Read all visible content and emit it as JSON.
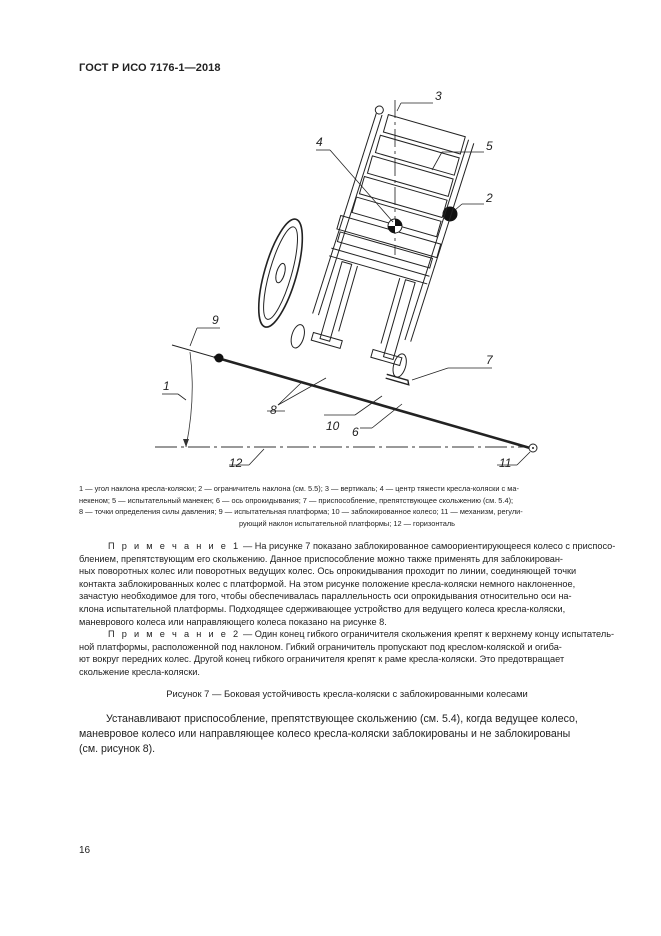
{
  "header": {
    "title": "ГОСТ Р ИСО 7176-1—2018"
  },
  "figure": {
    "callouts": [
      "1",
      "2",
      "3",
      "4",
      "5",
      "6",
      "7",
      "8",
      "9",
      "10",
      "11",
      "12"
    ]
  },
  "legend": {
    "lines": [
      "1 — угол наклона кресла-коляски; 2 — ограничитель наклона (см. 5.5); 3 — вертикаль; 4 — центр тяжести кресла-коляски с ма-",
      "некеном; 5 — испытательный манекен; 6 — ось опрокидывания; 7 — приспособление, препятствующее скольжению (см. 5.4);",
      "8 — точки определения силы давления; 9 — испытательная платформа; 10 — заблокированное колесо; 11 — механизм, регули-",
      "рующий наклон испытательной платформы; 12 — горизонталь"
    ]
  },
  "note1": {
    "label": "П р и м е ч а н и е 1",
    "lines": [
      " — На рисунке 7 показано заблокированное самоориентирующееся колесо с приспосо-",
      "блением, препятствующим его скольжению. Данное приспособление можно также применять для заблокирован-",
      "ных поворотных колес или поворотных ведущих колес. Ось опрокидывания проходит по линии, соединяющей точки",
      "контакта заблокированных колес с платформой. На этом рисунке положение кресла-коляски немного наклоненное,",
      "зачастую необходимое для того, чтобы обеспечивалась параллельность оси опрокидывания относительно оси на-",
      "клона испытательной платформы. Подходящее сдерживающее устройство для ведущего колеса кресла-коляски,",
      "маневрового колеса или направляющего колеса показано на рисунке 8."
    ]
  },
  "note2": {
    "label": "П р и м е ч а н и е 2",
    "lines": [
      " — Один конец гибкого ограничителя скольжения крепят к верхнему концу испытатель-",
      "ной платформы, расположенной под наклоном. Гибкий ограничитель пропускают под креслом-коляской и огиба-",
      "ют вокруг передних колес. Другой конец гибкого ограничителя крепят к раме кресла-коляски. Это предотвращает",
      "скольжение кресла-коляски."
    ]
  },
  "caption": "Рисунок 7 — Боковая устойчивость кресла-коляски с заблокированными колесами",
  "body": {
    "lines": [
      "Устанавливают приспособление, препятствующее скольжению (см. 5.4), когда ведущее колесо,",
      "маневровое колесо или направляющее колесо кресла-коляски заблокированы и не заблокированы",
      "(см. рисунок 8)."
    ]
  },
  "page_number": "16"
}
